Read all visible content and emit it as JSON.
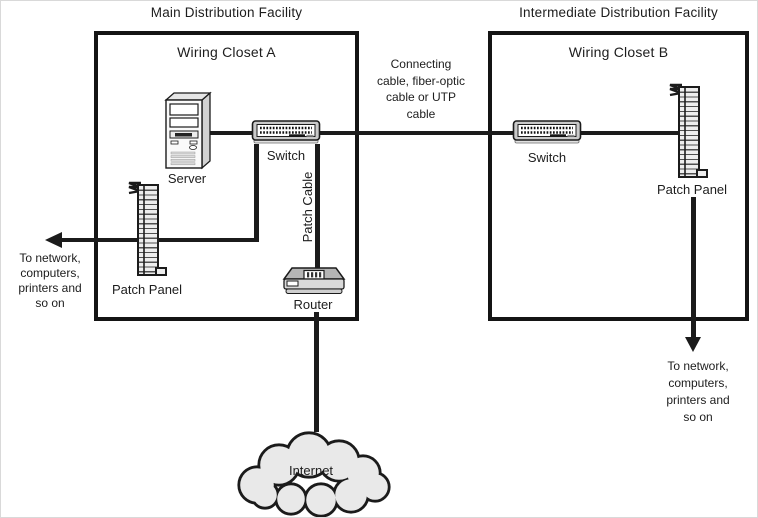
{
  "diagram": {
    "left_facility": {
      "title": "Main Distribution Facility",
      "closet_label": "Wiring Closet A",
      "server_label": "Server",
      "switch_label": "Switch",
      "patch_cable_label": "Patch Cable",
      "patch_panel_label": "Patch Panel",
      "router_label": "Router",
      "to_network_note": "To network,\ncomputers,\nprinters and\nso on"
    },
    "right_facility": {
      "title": "Intermediate Distribution Facility",
      "closet_label": "Wiring Closet B",
      "switch_label": "Switch",
      "patch_panel_label": "Patch Panel",
      "to_network_note": "To network,\ncomputers,\nprinters and\nso on"
    },
    "connecting_cable_note": "Connecting\ncable, fiber-optic\ncable or UTP\ncable",
    "internet_label": "Internet",
    "colors": {
      "line": "#1b1b1b",
      "icon_light": "#ededed",
      "icon_mid": "#d6d6d6",
      "icon_dark": "#b5b5b5",
      "cloud_fill": "#e9e9e9"
    }
  }
}
